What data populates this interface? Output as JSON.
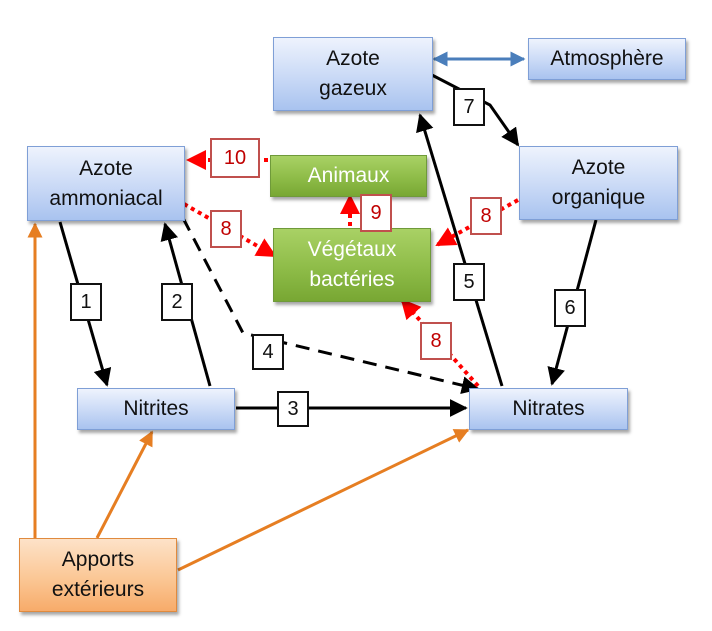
{
  "nodes": {
    "azote_gazeux": [
      "Azote",
      "gazeux"
    ],
    "atmosphere": "Atmosphère",
    "azote_ammoniacal": [
      "Azote",
      "ammoniacal"
    ],
    "azote_organique": [
      "Azote",
      "organique"
    ],
    "animaux": "Animaux",
    "vegetaux_bacteries": [
      "Végétaux",
      "bactéries"
    ],
    "nitrites": "Nitrites",
    "nitrates": "Nitrates",
    "apports_exterieurs": [
      "Apports",
      "extérieurs"
    ]
  },
  "labels": {
    "l1": "1",
    "l2": "2",
    "l3": "3",
    "l4": "4",
    "l5": "5",
    "l6": "6",
    "l7": "7",
    "l8a": "8",
    "l8b": "8",
    "l8c": "8",
    "l9": "9",
    "l10": "10"
  },
  "colors": {
    "black_arrow": "#000000",
    "red_dotted_arrow": "#ff0000",
    "orange_arrow": "#e67e22",
    "blue_arrow": "#4a7ebb",
    "red_label_border": "#c0504d"
  }
}
